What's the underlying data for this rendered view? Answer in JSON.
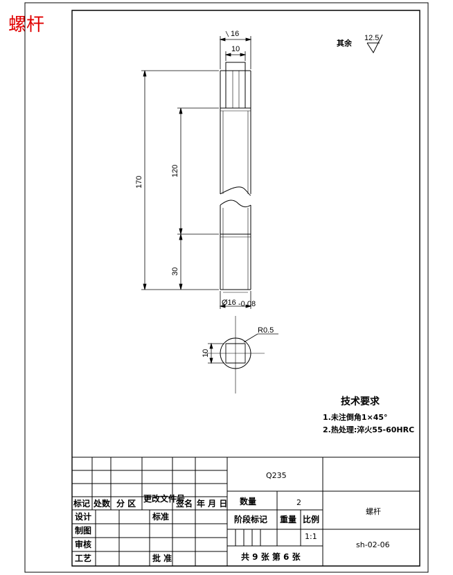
{
  "title": "螺杆",
  "surface": {
    "label": "其余",
    "value": "12.5"
  },
  "dims": {
    "dia_top": "16",
    "width_top": "10",
    "len_total": "170",
    "len_mid": "120",
    "len_bot": "30",
    "dia_bottom": "Ø16",
    "dia_tol": "-0.08",
    "radius": "R0.5",
    "flat": "10"
  },
  "tech": {
    "heading": "技术要求",
    "items": [
      "1.未注倒角1×45°",
      "2.热处理:淬火55-60HRC"
    ]
  },
  "title_block": {
    "material": "Q235",
    "qty_label": "数量",
    "qty": "2",
    "part_name": "螺杆",
    "stage_label": "阶段标记",
    "weight_label": "重量",
    "scale_label": "比例",
    "scale": "1:1",
    "drawing_no": "sh-02-06",
    "sheets": "共 9 张  第 6 张",
    "headers": [
      "标记",
      "处数",
      "分 区",
      "更改文件号",
      "签名",
      "年 月 日"
    ],
    "design": "设计",
    "standard": "标准",
    "draw": "制图",
    "review": "审核",
    "process": "工艺",
    "approve": "批 准"
  }
}
